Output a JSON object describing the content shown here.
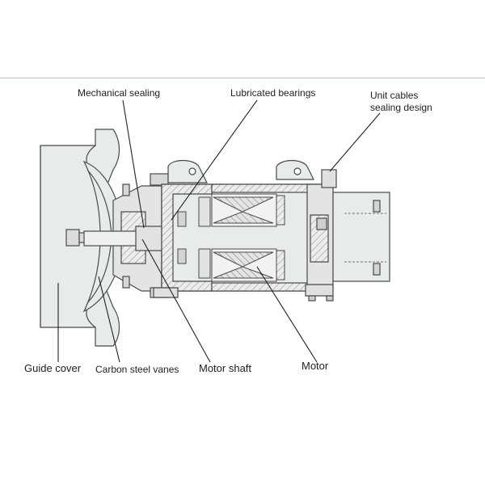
{
  "labels": {
    "mechanical_sealing": "Mechanical sealing",
    "lubricated_bearings": "Lubricated bearings",
    "unit_cables_line1": "Unit cables",
    "unit_cables_line2": "sealing design",
    "guide_cover": "Guide cover",
    "carbon_steel_vanes": "Carbon steel vanes",
    "motor_shaft": "Motor shaft",
    "motor": "Motor"
  },
  "colors": {
    "body_fill": "#e9eaea",
    "outline": "#4a4a4a",
    "hatch": "#8a8a8a",
    "leader": "#222222",
    "top_rule": "#b8c4cc"
  }
}
